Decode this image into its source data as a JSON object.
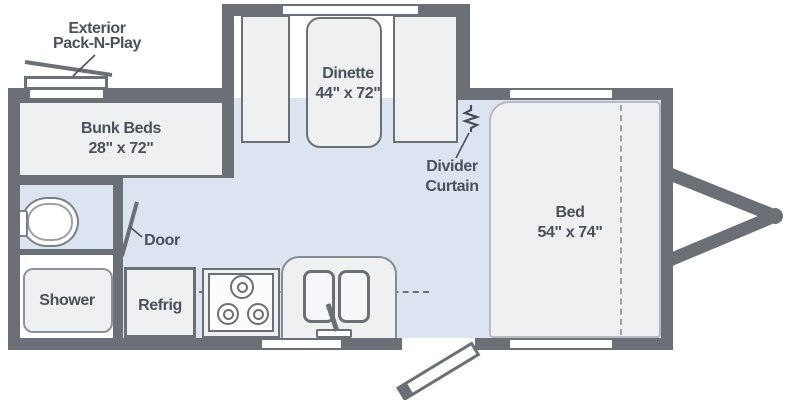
{
  "diagram": {
    "type": "travel-trailer-floorplan"
  },
  "labels": {
    "exterior_packnplay_line1": "Exterior",
    "exterior_packnplay_line2": "Pack-N-Play",
    "bunk_beds_name": "Bunk Beds",
    "bunk_beds_dims": "28\" x 72\"",
    "dinette_name": "Dinette",
    "dinette_dims": "44\" x 72\"",
    "divider_curtain_line1": "Divider",
    "divider_curtain_line2": "Curtain",
    "bed_name": "Bed",
    "bed_dims": "54\" x 74\"",
    "door": "Door",
    "shower": "Shower",
    "refrig": "Refrig"
  },
  "colors": {
    "wall": "#6b7077",
    "floor": "#dce5ef",
    "furniture": "#eef0f1",
    "text": "#4a515b",
    "window": "#ffffff"
  }
}
